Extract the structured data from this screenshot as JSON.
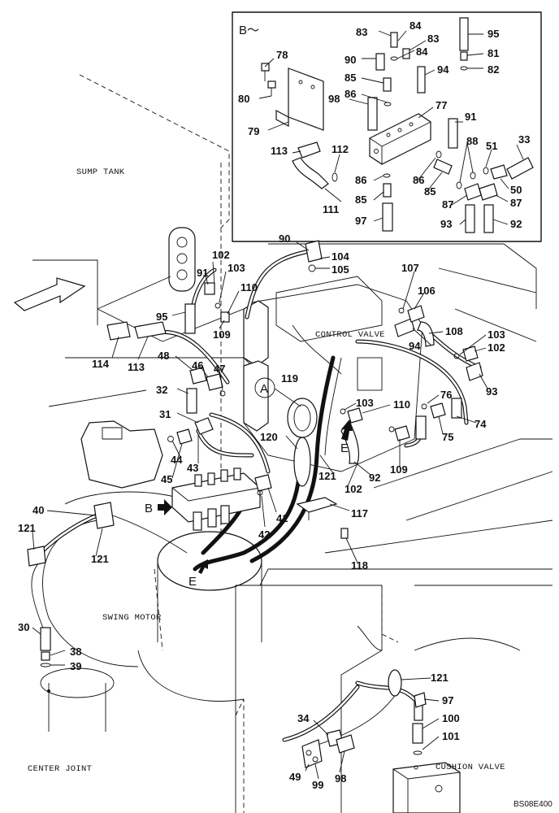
{
  "detail_box_title": "B～",
  "labels": {
    "sump_tank": "SUMP TANK",
    "control_valve": "CONTROL VALVE",
    "swing_motor": "SWING MOTOR",
    "center_joint": "CENTER JOINT",
    "cushion_valve": "CUSHION VALVE"
  },
  "view_markers": {
    "a": "A",
    "b": "B",
    "e_main": "E",
    "e_lower": "E"
  },
  "drawing_ref": "BS08E400",
  "callouts": {
    "b_83a": "83",
    "b_84a": "84",
    "b_83b": "83",
    "b_84b": "84",
    "b_95": "95",
    "b_78": "78",
    "b_90": "90",
    "b_81": "81",
    "b_94": "94",
    "b_82": "82",
    "b_85a": "85",
    "b_80": "80",
    "b_98": "98",
    "b_86a": "86",
    "b_77": "77",
    "b_91": "91",
    "b_79": "79",
    "b_113": "113",
    "b_112": "112",
    "b_88": "88",
    "b_51": "51",
    "b_33": "33",
    "b_86b": "86",
    "b_86c": "86",
    "b_50": "50",
    "b_85b": "85",
    "b_85c": "85",
    "b_87a": "87",
    "b_87b": "87",
    "b_111": "111",
    "b_97": "97",
    "b_93": "93",
    "b_92": "92",
    "m_90": "90",
    "m_104": "104",
    "m_105": "105",
    "m_102a": "102",
    "m_91": "91",
    "m_103a": "103",
    "m_110a": "110",
    "m_107": "107",
    "m_106": "106",
    "m_95": "95",
    "m_109a": "109",
    "m_108": "108",
    "m_103b": "103",
    "m_114": "114",
    "m_113": "113",
    "m_94": "94",
    "m_102b": "102",
    "m_48": "48",
    "m_46": "46",
    "m_47": "47",
    "m_119": "119",
    "m_93": "93",
    "m_32": "32",
    "m_76": "76",
    "m_103c": "103",
    "m_110b": "110",
    "m_74": "74",
    "m_31": "31",
    "m_75": "75",
    "m_120": "120",
    "m_44": "44",
    "m_45": "45",
    "m_43": "43",
    "m_121a": "121",
    "m_92": "92",
    "m_109b": "109",
    "m_102c": "102",
    "m_40": "40",
    "m_41": "41",
    "m_117": "117",
    "m_121b": "121",
    "m_42": "42",
    "m_121c": "121",
    "m_118": "118",
    "m_30": "30",
    "m_38": "38",
    "m_39": "39",
    "m_121d": "121",
    "m_97": "97",
    "m_34": "34",
    "m_100": "100",
    "m_101": "101",
    "m_49": "49",
    "m_99": "99",
    "m_98": "98"
  }
}
